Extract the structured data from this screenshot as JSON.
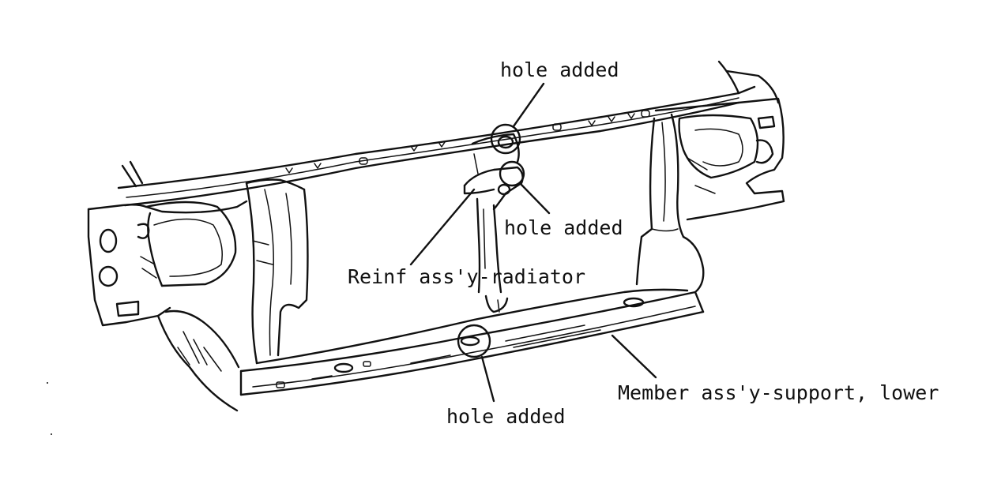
{
  "labels": {
    "hole_added_top": "hole added",
    "hole_added_mid": "hole added",
    "reinf": "Reinf ass'y-radiator",
    "member": "Member ass'y-support, lower",
    "hole_added_bottom": "hole added"
  },
  "colors": {
    "ink": "#111111",
    "background": "#ffffff"
  }
}
